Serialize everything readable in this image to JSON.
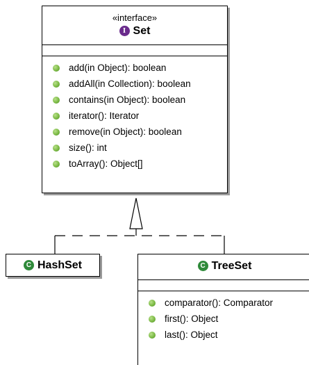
{
  "set": {
    "stereotype": "«interface»",
    "badge": "I",
    "name": "Set",
    "operations": [
      "add(in Object): boolean",
      "addAll(in Collection): boolean",
      "contains(in Object): boolean",
      "iterator(): Iterator",
      "remove(in Object): boolean",
      "size(): int",
      "toArray(): Object[]"
    ]
  },
  "hashset": {
    "badge": "C",
    "name": "HashSet"
  },
  "treeset": {
    "badge": "C",
    "name": "TreeSet",
    "operations": [
      "comparator(): Comparator",
      "first(): Object",
      "last(): Object"
    ]
  },
  "colors": {
    "interface_badge": "#6a2b8c",
    "class_badge": "#2f8a3a",
    "method_dot": "#7cba45",
    "shadow": "#9a9a9a"
  }
}
